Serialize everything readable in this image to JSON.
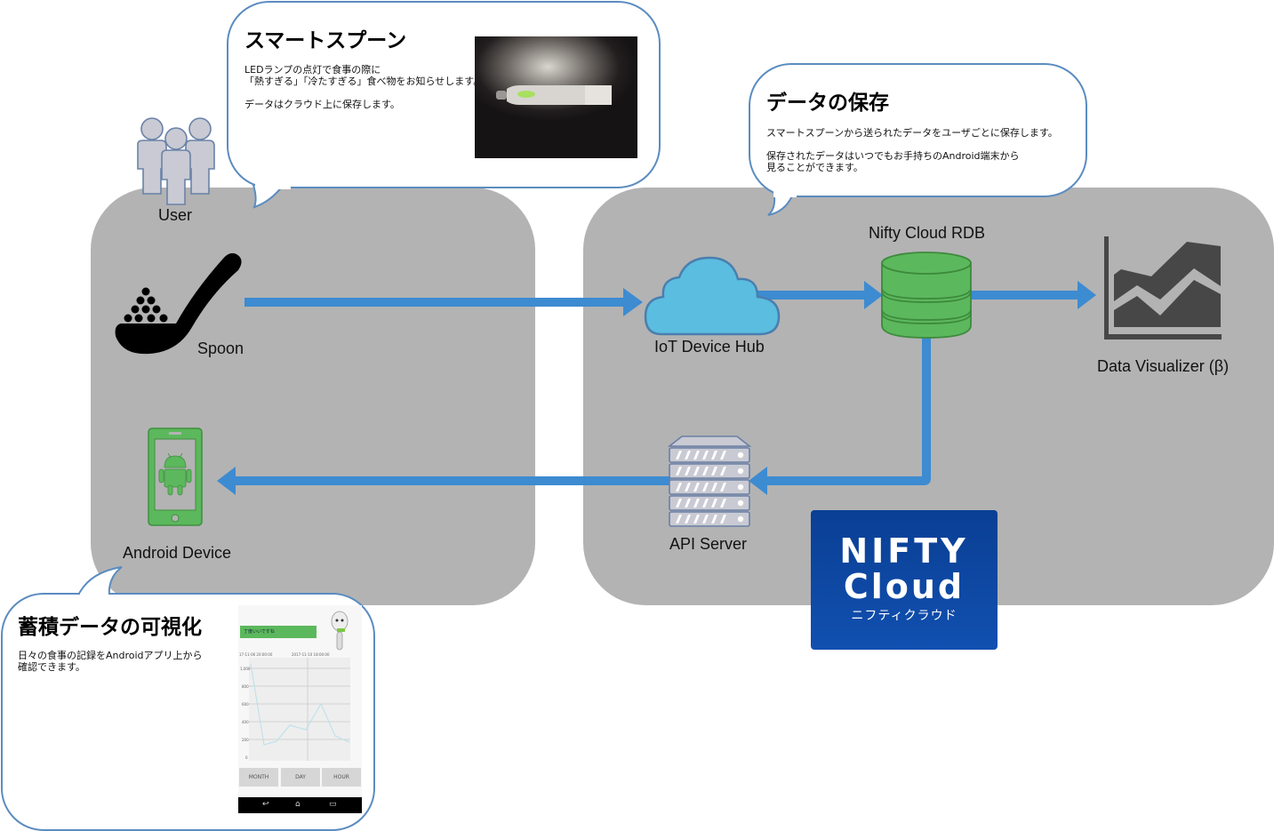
{
  "colors": {
    "panel": "#b3b3b3",
    "arrow": "#3d8bd1",
    "bubble_border": "#5b8cc0",
    "cloud_fill": "#5bbde0",
    "db_fill": "#5cb85c",
    "android_green": "#5cb85c",
    "visualizer_dark": "#474747",
    "nifty_blue": "#0b45a3"
  },
  "nodes": {
    "user": {
      "label": "User",
      "icon": "users-icon"
    },
    "spoon": {
      "label": "Spoon",
      "icon": "spoon-icon"
    },
    "android": {
      "label": "Android Device",
      "icon": "android-phone-icon"
    },
    "iot_hub": {
      "label": "IoT Device Hub",
      "icon": "cloud-icon"
    },
    "rdb": {
      "label": "Nifty Cloud RDB",
      "icon": "database-icon"
    },
    "visualizer": {
      "label": "Data Visualizer (β)",
      "icon": "area-chart-icon"
    },
    "api_server": {
      "label": "API Server",
      "icon": "server-icon"
    }
  },
  "edges": [
    {
      "from": "spoon",
      "to": "iot_hub"
    },
    {
      "from": "iot_hub",
      "to": "rdb"
    },
    {
      "from": "rdb",
      "to": "visualizer"
    },
    {
      "from": "rdb",
      "to": "api_server"
    },
    {
      "from": "api_server",
      "to": "android"
    }
  ],
  "bubbles": {
    "smart_spoon": {
      "title": "スマートスプーン",
      "text": "LEDランプの点灯で食事の際に\n「熱すぎる」「冷たすぎる」食べ物をお知らせします。\n\nデータはクラウド上に保存します。",
      "image": "smart-spoon-photo"
    },
    "data_storage": {
      "title": "データの保存",
      "text": "スマートスプーンから送られたデータをユーザごとに保存します。\n\n保存されたデータはいつでもお手持ちのAndroid端末から\n見ることができます。"
    },
    "visualization": {
      "title": "蓄積データの可視化",
      "text": "日々の食事の記録をAndroidアプリ上から\n確認できます。",
      "image": "android-app-screenshot"
    }
  },
  "app_screenshot": {
    "status_message": "丁度いいですね",
    "y_ticks": [
      "1,000",
      "800",
      "600",
      "400",
      "200",
      "0"
    ],
    "buttons": [
      "MONTH",
      "DAY",
      "HOUR"
    ],
    "nav_icons": [
      "back-icon",
      "home-icon",
      "recents-icon"
    ]
  },
  "logo": {
    "line1": "NIFTY",
    "line2": "Cloud",
    "line3": "ニフティクラウド"
  }
}
